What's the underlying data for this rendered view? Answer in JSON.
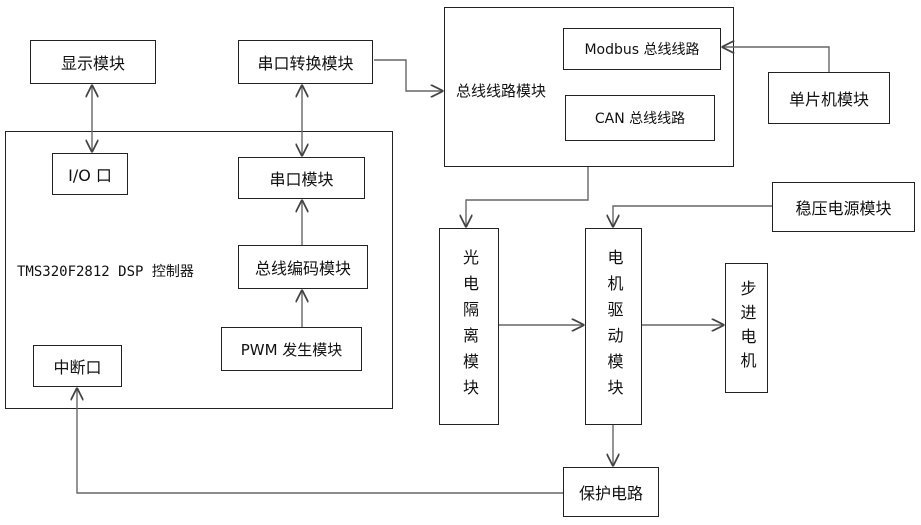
{
  "display_module": "显示模块",
  "serial_convert_module": "串口转换模块",
  "io_port": "I/O 口",
  "serial_module": "串口模块",
  "dsp_controller": "TMS320F2812 DSP 控制器",
  "bus_encode_module": "总线编码模块",
  "pwm_module": "PWM 发生模块",
  "interrupt_port": "中断口",
  "bus_line_module": "总线线路模块",
  "modbus_line": "Modbus 总线线路",
  "can_line": "CAN 总线线路",
  "mcu_module": "单片机模块",
  "voltage_regulator_module": "稳压电源模块",
  "opto_isolation_module": "光电隔离模块",
  "motor_drive_module": "电机驱动模块",
  "stepper_motor": "步进电机",
  "protection_circuit": "保护电路"
}
